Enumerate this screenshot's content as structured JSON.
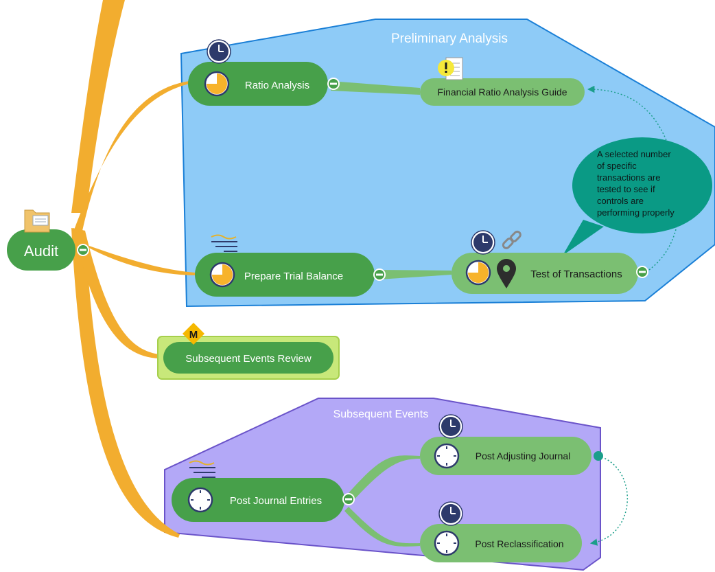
{
  "central_topic": {
    "label": "Audit",
    "icon": "folder-icon"
  },
  "boundaries": {
    "preliminary": {
      "label": "Preliminary Analysis",
      "fill": "#8ecbf7",
      "stroke": "#1a7fd6"
    },
    "subsequent": {
      "label": "Subsequent Events",
      "fill": "#b3a8f7",
      "stroke": "#6a53c9"
    }
  },
  "topics": {
    "ratio_analysis": {
      "label": "Ratio Analysis",
      "icons": [
        "clock-icon",
        "progress-75-icon"
      ]
    },
    "financial_guide": {
      "label": "Financial Ratio Analysis Guide",
      "icons": [
        "document-warning-icon"
      ]
    },
    "prepare_trial_balance": {
      "label": "Prepare Trial Balance",
      "icons": [
        "notes-icon",
        "progress-75-icon"
      ]
    },
    "test_of_transactions": {
      "label": "Test of Transactions",
      "icons": [
        "clock-icon",
        "link-icon",
        "progress-75-icon",
        "location-pin-icon"
      ]
    },
    "subsequent_events_review": {
      "label": "Subsequent Events Review",
      "icons": [
        "milestone-m-icon"
      ],
      "milestone_letter": "M"
    },
    "post_journal_entries": {
      "label": "Post Journal Entries",
      "icons": [
        "notes-icon",
        "progress-0-icon"
      ]
    },
    "post_adjusting_journal": {
      "label": "Post Adjusting Journal",
      "icons": [
        "clock-icon",
        "progress-0-icon"
      ]
    },
    "post_reclassification": {
      "label": "Post Reclassification",
      "icons": [
        "clock-icon",
        "progress-0-icon"
      ]
    }
  },
  "callout": {
    "lines": [
      "A selected number",
      "of specific",
      "transactions are",
      "tested to see if",
      "controls are",
      "performing properly"
    ]
  },
  "colors": {
    "branch": "#f2ad2f",
    "topic_dark": "#47a04a",
    "topic_light": "#7bbf72",
    "central": "#47a04a",
    "callout": "#0a9a85",
    "milestone_frame": "#c8e87a",
    "relationship": "#1b9e8a",
    "icon_navy": "#2d3a6b",
    "progress": "#f7b32b"
  }
}
